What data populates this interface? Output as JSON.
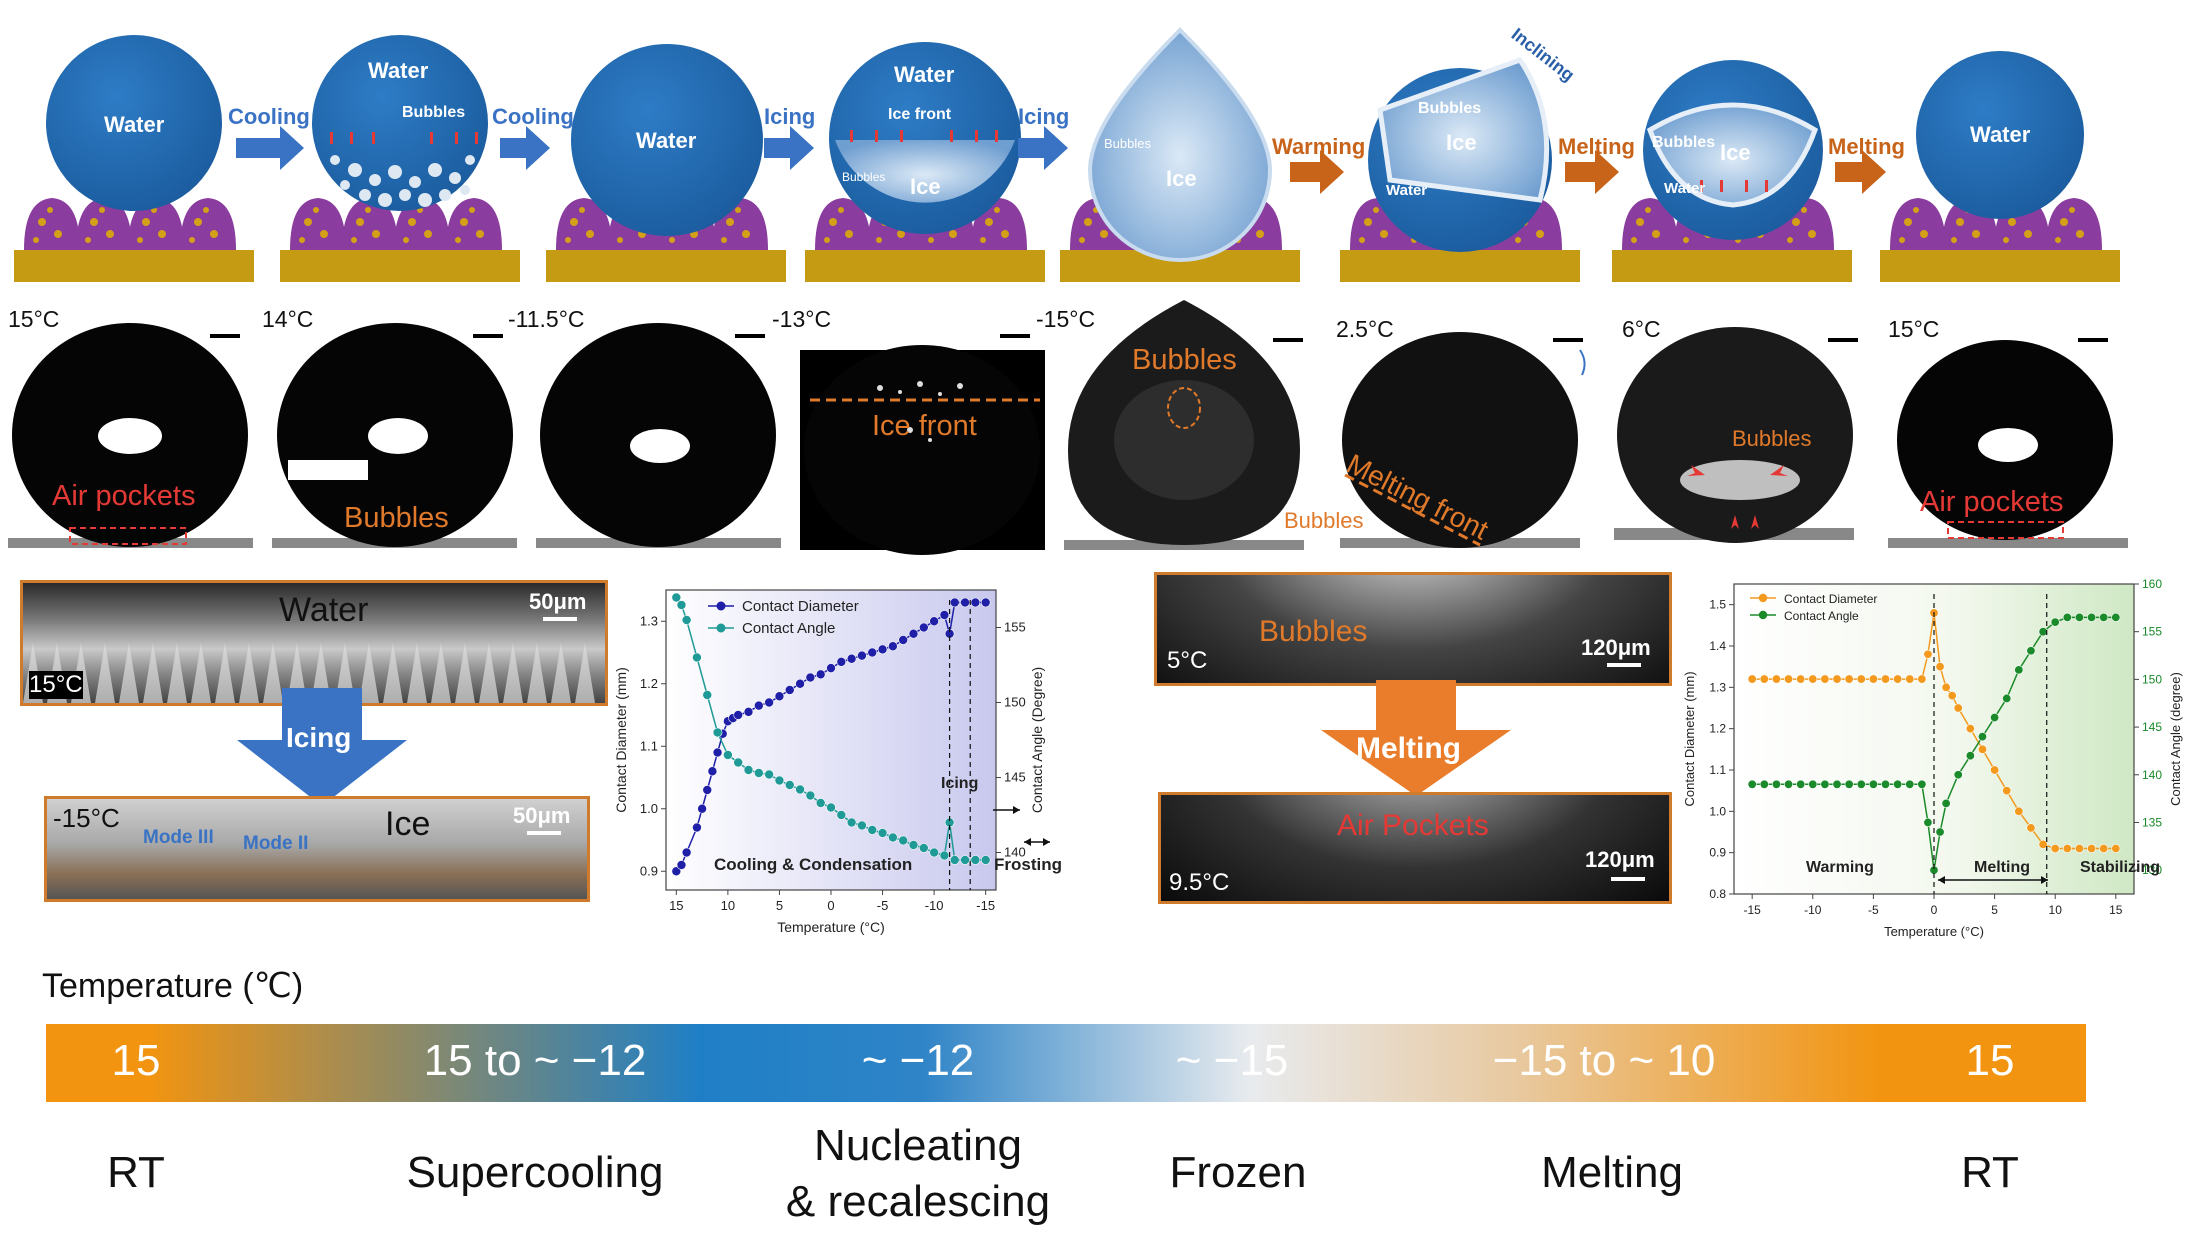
{
  "schematics": {
    "step_labels": [
      "Cooling",
      "Cooling",
      "Icing",
      "Icing",
      "Warming",
      "Melting",
      "Melting"
    ],
    "drops": [
      {
        "texts": [
          "Water"
        ]
      },
      {
        "texts": [
          "Water",
          "Bubbles"
        ]
      },
      {
        "texts": [
          "Water"
        ]
      },
      {
        "texts": [
          "Water",
          "Ice front",
          "Bubbles",
          "Ice"
        ]
      },
      {
        "texts": [
          "Bubbles",
          "Ice"
        ]
      },
      {
        "texts": [
          "Bubbles",
          "Ice",
          "Water"
        ],
        "extra": "Inclining"
      },
      {
        "texts": [
          "Bubbles",
          "Ice",
          "Water"
        ]
      },
      {
        "texts": [
          "Water"
        ]
      }
    ]
  },
  "photos": {
    "temps": [
      "15°C",
      "14°C",
      "-11.5°C",
      "-13°C",
      "-15°C",
      "2.5°C",
      "6°C",
      "15°C"
    ],
    "annotations": {
      "p1": "Air pockets",
      "p2": "Bubbles",
      "p4": "Ice front",
      "p5": "Bubbles",
      "p6a": "Melting front",
      "p6b": "Bubbles",
      "p7": "Bubbles",
      "p8": "Air pockets"
    }
  },
  "micro_left": {
    "top_label": "Water",
    "top_scale": "50μm",
    "top_temp": "15°C",
    "arrow_label": "Icing",
    "bottom_label": "Ice",
    "bottom_scale": "50μm",
    "bottom_temp": "-15°C",
    "mode3": "Mode III",
    "mode2": "Mode II"
  },
  "micro_right": {
    "top_label": "Bubbles",
    "top_scale": "120μm",
    "top_temp": "5°C",
    "arrow_label": "Melting",
    "bottom_label": "Air Pockets",
    "bottom_scale": "120μm",
    "bottom_temp": "9.5°C"
  },
  "chart_data": [
    {
      "type": "line",
      "xlabel": "Temperature (°C)",
      "ylabel_left": "Contact Diameter (mm)",
      "ylabel_right": "Contact Angle (Degree)",
      "x_ticks": [
        "15",
        "10",
        "5",
        "0",
        "-5",
        "-10",
        "-15"
      ],
      "y_left_ticks": [
        "0.9",
        "1.0",
        "1.1",
        "1.2",
        "1.3"
      ],
      "y_right_ticks": [
        "140",
        "145",
        "150",
        "155"
      ],
      "xlim": [
        16,
        -16
      ],
      "ylim_left": [
        0.87,
        1.35
      ],
      "ylim_right": [
        137.5,
        157.5
      ],
      "annotations": [
        "Icing",
        "Frosting",
        "Cooling & Condensation"
      ],
      "series": [
        {
          "name": "Contact Diameter",
          "axis": "left",
          "color": "#1f1fa8",
          "x": [
            15,
            14.5,
            14,
            13,
            12.5,
            12,
            11.5,
            11,
            10.5,
            10,
            9.5,
            9,
            8,
            7,
            6,
            5,
            4,
            3,
            2,
            1,
            0,
            -1,
            -2,
            -3,
            -4,
            -5,
            -6,
            -7,
            -8,
            -9,
            -10,
            -11,
            -11.5,
            -12,
            -13,
            -14,
            -15
          ],
          "y": [
            0.9,
            0.91,
            0.93,
            0.97,
            1.0,
            1.03,
            1.06,
            1.09,
            1.12,
            1.14,
            1.145,
            1.15,
            1.155,
            1.165,
            1.17,
            1.18,
            1.19,
            1.2,
            1.21,
            1.215,
            1.225,
            1.235,
            1.24,
            1.245,
            1.25,
            1.255,
            1.26,
            1.27,
            1.28,
            1.29,
            1.3,
            1.31,
            1.28,
            1.33,
            1.33,
            1.33,
            1.33
          ]
        },
        {
          "name": "Contact Angle",
          "axis": "right",
          "color": "#1f9a96",
          "x": [
            15,
            14.5,
            14,
            13,
            12,
            11,
            10,
            9,
            8,
            7,
            6,
            5,
            4,
            3,
            2,
            1,
            0,
            -1,
            -2,
            -3,
            -4,
            -5,
            -6,
            -7,
            -8,
            -9,
            -10,
            -11,
            -11.5,
            -12,
            -13,
            -14,
            -15
          ],
          "y": [
            157,
            156.5,
            155.5,
            153,
            150.5,
            148,
            146.5,
            146,
            145.5,
            145.3,
            145.2,
            144.8,
            144.5,
            144.2,
            143.8,
            143.3,
            143,
            142.5,
            142,
            141.8,
            141.5,
            141.3,
            141,
            140.8,
            140.5,
            140.3,
            140,
            139.8,
            142,
            139.5,
            139.5,
            139.5,
            139.5
          ]
        }
      ]
    },
    {
      "type": "line",
      "xlabel": "Temperature (°C)",
      "ylabel_left": "Contact Diameter (mm)",
      "ylabel_right": "Contact Angle (degree)",
      "x_ticks": [
        "-15",
        "-10",
        "-5",
        "0",
        "5",
        "10",
        "15"
      ],
      "y_left_ticks": [
        "0.8",
        "0.9",
        "1.0",
        "1.1",
        "1.2",
        "1.3",
        "1.4",
        "1.5"
      ],
      "y_right_ticks": [
        "130",
        "135",
        "140",
        "145",
        "150",
        "155",
        "160"
      ],
      "xlim": [
        -16.5,
        16.5
      ],
      "ylim_left": [
        0.8,
        1.55
      ],
      "ylim_right": [
        127.5,
        160
      ],
      "annotations": [
        "Warming",
        "Melting",
        "Stabilizing"
      ],
      "series": [
        {
          "name": "Contact Diameter",
          "axis": "left",
          "color": "#f39a1e",
          "x": [
            -15,
            -14,
            -13,
            -12,
            -11,
            -10,
            -9,
            -8,
            -7,
            -6,
            -5,
            -4,
            -3,
            -2,
            -1,
            -0.5,
            0,
            0.5,
            1,
            1.5,
            2,
            3,
            4,
            5,
            6,
            7,
            8,
            9,
            10,
            11,
            12,
            13,
            14,
            15
          ],
          "y": [
            1.32,
            1.32,
            1.32,
            1.32,
            1.32,
            1.32,
            1.32,
            1.32,
            1.32,
            1.32,
            1.32,
            1.32,
            1.32,
            1.32,
            1.32,
            1.38,
            1.48,
            1.35,
            1.3,
            1.28,
            1.25,
            1.2,
            1.15,
            1.1,
            1.05,
            1.0,
            0.96,
            0.92,
            0.91,
            0.91,
            0.91,
            0.91,
            0.91,
            0.91
          ]
        },
        {
          "name": "Contact Angle",
          "axis": "right",
          "color": "#1a8a2a",
          "x": [
            -15,
            -14,
            -13,
            -12,
            -11,
            -10,
            -9,
            -8,
            -7,
            -6,
            -5,
            -4,
            -3,
            -2,
            -1,
            -0.5,
            0,
            0.5,
            1,
            2,
            3,
            4,
            5,
            6,
            7,
            8,
            9,
            10,
            11,
            12,
            13,
            14,
            15
          ],
          "y": [
            139,
            139,
            139,
            139,
            139,
            139,
            139,
            139,
            139,
            139,
            139,
            139,
            139,
            139,
            139,
            135,
            130,
            134,
            137,
            140,
            142,
            144,
            146,
            148,
            151,
            153,
            155,
            156,
            156.5,
            156.5,
            156.5,
            156.5,
            156.5
          ]
        }
      ]
    }
  ],
  "temperature_bar": {
    "title": "Temperature (℃)",
    "values": [
      "15",
      "15 to ~ −12",
      "~ −12",
      "~ −15",
      "−15 to ~ 10",
      "15"
    ],
    "stages": [
      "RT",
      "Supercooling",
      "Nucleating\n& recalescing",
      "Frozen",
      "Melting",
      "RT"
    ]
  }
}
